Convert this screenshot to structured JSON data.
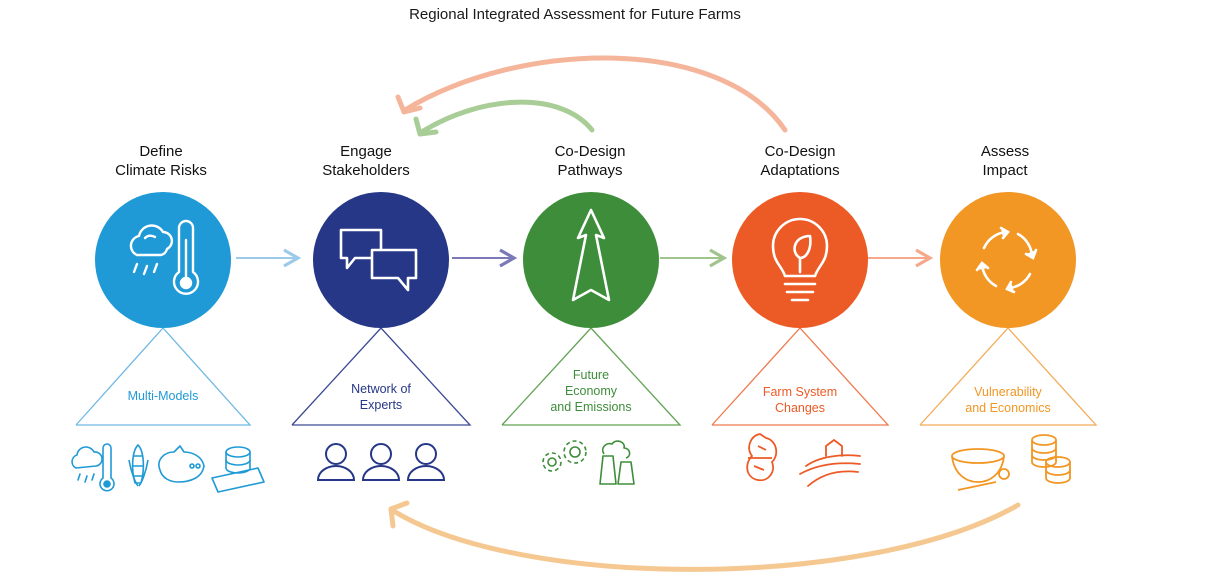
{
  "title": "Regional Integrated Assessment for Future Farms",
  "stages": [
    {
      "title_line1": "Define",
      "title_line2": "Climate Risks",
      "color": "#1f9ad6",
      "icon": "climate-icon",
      "sub_line1": "Multi-Models",
      "sub_line2": "",
      "sub_line3": "",
      "sub_icons": [
        "rain-cloud-icon",
        "thermometer-icon",
        "corn-icon",
        "cow-icon",
        "money-coins-icon"
      ]
    },
    {
      "title_line1": "Engage",
      "title_line2": "Stakeholders",
      "color": "#263787",
      "icon": "chat-bubbles-icon",
      "sub_line1": "Network of",
      "sub_line2": "Experts",
      "sub_line3": "",
      "sub_icons": [
        "people-icon"
      ]
    },
    {
      "title_line1": "Co-Design",
      "title_line2": "Pathways",
      "color": "#3e8d3a",
      "icon": "arrow-up-icon",
      "sub_line1": "Future",
      "sub_line2": "Economy",
      "sub_line3": "and Emissions",
      "sub_icons": [
        "gears-icon",
        "factory-icon"
      ]
    },
    {
      "title_line1": "Co-Design",
      "title_line2": "Adaptations",
      "color": "#ec5a25",
      "icon": "lightbulb-leaf-icon",
      "sub_line1": "Farm System",
      "sub_line2": "Changes",
      "sub_line3": "",
      "sub_icons": [
        "peanut-icon",
        "farm-field-icon"
      ]
    },
    {
      "title_line1": "Assess",
      "title_line2": "Impact",
      "color": "#f29624",
      "icon": "cycle-arrows-icon",
      "sub_line1": "Vulnerability",
      "sub_line2": "and Economics",
      "sub_line3": "",
      "sub_icons": [
        "food-bowl-icon",
        "coin-stack-icon"
      ]
    }
  ],
  "colors": {
    "blue": "#1f9ad6",
    "navy": "#263787",
    "green": "#3e8d3a",
    "red_orange": "#ec5a25",
    "orange": "#f29624",
    "feedback_salmon": "#f5a88a",
    "feedback_green": "#9fc48c",
    "feedback_tan": "#f6c891"
  }
}
